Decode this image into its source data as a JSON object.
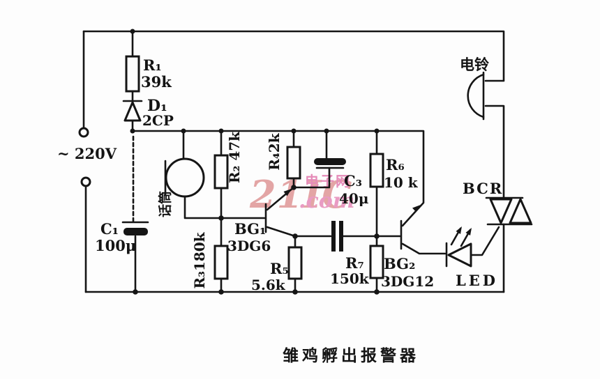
{
  "caption": "雏鸡孵出报警器",
  "supply": {
    "label": "~ 220V"
  },
  "bell": {
    "label": "电铃"
  },
  "mic": {
    "label": "话筒"
  },
  "bcr": {
    "label": "BCR"
  },
  "led": {
    "label": "LED"
  },
  "components": {
    "r1": {
      "ref": "R₁",
      "val": "39k"
    },
    "d1": {
      "ref": "D₁",
      "val": "2CP"
    },
    "c1": {
      "ref": "C₁",
      "val": "100μ"
    },
    "r2": {
      "label": "R₂ 47k"
    },
    "r3": {
      "label": "R₃180k"
    },
    "r4": {
      "label": "R₄2k"
    },
    "bg1": {
      "ref": "BG₁",
      "val": "3DG6"
    },
    "r5": {
      "ref": "R₅",
      "val": "5.6k"
    },
    "c3": {
      "ref": "C₃",
      "val": "40μ"
    },
    "r6": {
      "ref": "R₆",
      "val": "10 k"
    },
    "r7": {
      "ref": "R₇",
      "val": "150k"
    },
    "bg2": {
      "ref": "BG₂",
      "val": "3DG12"
    }
  },
  "watermark": {
    "logo": "21IC",
    "site": "电子网",
    "dotcom": ".com",
    "logo_color": "#dd9090",
    "site_color": "#e06fa8"
  }
}
